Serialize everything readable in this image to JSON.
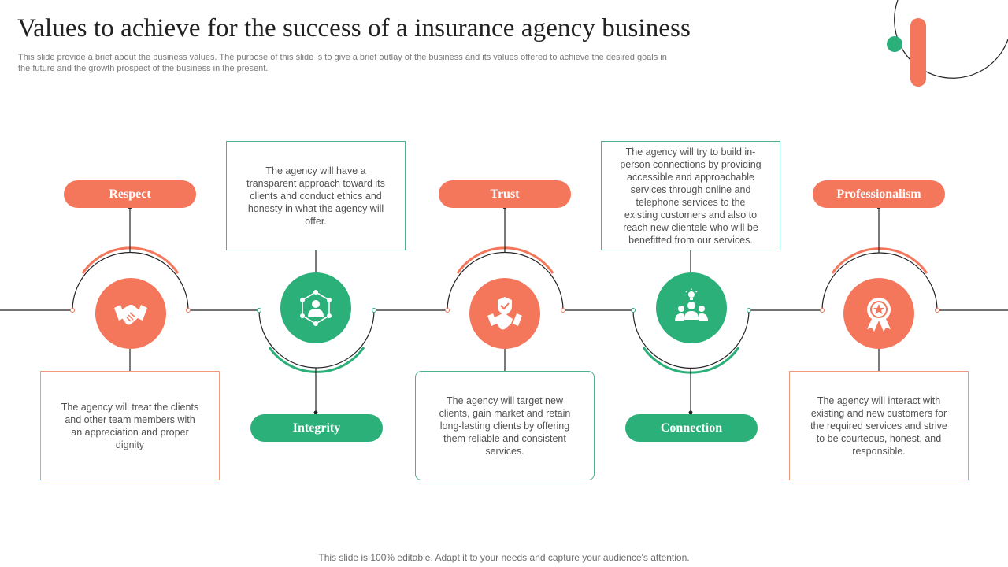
{
  "header": {
    "title": "Values to achieve for the success of a insurance agency business",
    "subtitle": "This slide provide a brief about the business values. The purpose of this slide is to give a brief outlay of the business and its values offered to achieve the desired goals in the future and the growth prospect of the business in the present."
  },
  "values": [
    {
      "label": "Respect",
      "icon": "handshake-icon",
      "color": "#f4775c",
      "description": "The agency will treat the clients and other team members with an appreciation and proper dignity"
    },
    {
      "label": "Integrity",
      "icon": "network-person-icon",
      "color": "#2bb07a",
      "description": "The agency will have a transparent approach toward its clients and conduct ethics and honesty in what the agency will offer."
    },
    {
      "label": "Trust",
      "icon": "shield-handshake-icon",
      "color": "#f4775c",
      "description": "The agency will target new clients, gain market and retain long-lasting clients by offering them reliable and consistent services."
    },
    {
      "label": "Connection",
      "icon": "team-idea-icon",
      "color": "#2bb07a",
      "description": "The agency will try to build in-person connections by providing accessible and approachable services through online and telephone services to the existing customers and also to reach new clientele who will be benefitted from our services."
    },
    {
      "label": "Professionalism",
      "icon": "award-badge-icon",
      "color": "#f4775c",
      "description": "The agency will interact with existing and new customers for the required services and strive to be courteous, honest, and responsible."
    }
  ],
  "footer": {
    "note": "This slide is 100% editable. Adapt it to your needs and capture your audience's attention."
  }
}
